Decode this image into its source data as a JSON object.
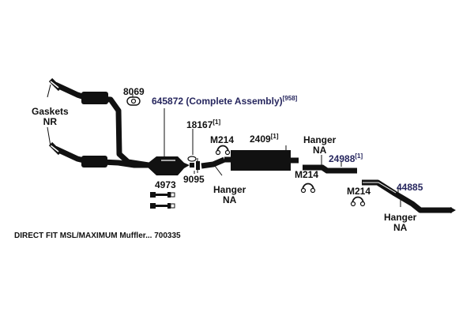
{
  "colors": {
    "pipe": "#111111",
    "highlight": "#ffffff",
    "label": "#111111",
    "label_blue": "#26265e"
  },
  "labels": {
    "gaskets": {
      "line1": "Gaskets",
      "line2": "NR"
    },
    "part_8069": "8069",
    "assembly": {
      "text": "645872 (Complete Assembly)",
      "sup": "[958]"
    },
    "part_18167": {
      "text": "18167",
      "sup": "[1]"
    },
    "m214_a": "M214",
    "part_2409": {
      "text": "2409",
      "sup": "[1]"
    },
    "hanger_na_top": {
      "line1": "Hanger",
      "line2": "NA"
    },
    "part_24988": {
      "text": "24988",
      "sup": "[1]"
    },
    "m214_b": "M214",
    "part_4973": "4973",
    "part_9095": "9095",
    "hanger_na_mid": {
      "line1": "Hanger",
      "line2": "NA"
    },
    "m214_c": "M214",
    "part_44885": "44885",
    "hanger_na_right": {
      "line1": "Hanger",
      "line2": "NA"
    },
    "footer": "DIRECT FIT MSL/MAXIMUM Muffler... 700335"
  }
}
